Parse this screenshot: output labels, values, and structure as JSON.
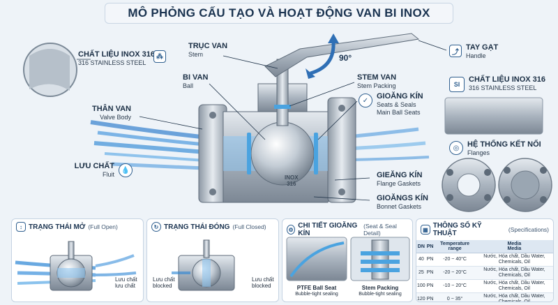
{
  "title": "MÔ PHỎNG CẤU TẠO VÀ HOẠT ĐỘNG VAN BI INOX",
  "labels": {
    "material_left": {
      "main": "CHẤT LIỆU INOX 316",
      "sub": "316 STAINLESS STEEL"
    },
    "stem": {
      "main": "TRỤC VAN",
      "sub": "Stem"
    },
    "ball": {
      "main": "BI VAN",
      "sub": "Ball"
    },
    "body": {
      "main": "THÂN VAN",
      "sub": "Valve Body"
    },
    "fluid": {
      "main": "LƯU CHẤT",
      "sub": "Fluit"
    },
    "angle": "90°",
    "stem_packing": {
      "main": "STEM VAN",
      "sub": "Stem Packing"
    },
    "seats": {
      "main": "GIOĂNG KÍN",
      "sub": "Seats & Seals",
      "sub2": "Main Ball Seats"
    },
    "flange_gaskets": {
      "main": "GIEĂNG KÍN",
      "sub": "Flange Gaskets"
    },
    "bonnet_gaskets": {
      "main": "GIOĂNGS KÍN",
      "sub": "Bonnet Gaskets"
    },
    "ball_marking": {
      "line1": "INOX",
      "line2": "316"
    },
    "handle": {
      "main": "TAY GẠT",
      "sub": "Handle"
    },
    "material_right": {
      "main": "CHẤT LIỆU INOX 316",
      "sub": "316 STAINLESS STEEL",
      "icon_text": "SI"
    },
    "connection": {
      "main": "HỆ THỐNG KẾT NỐI",
      "sub": "Flanges"
    }
  },
  "panels": {
    "open": {
      "title": "TRẠNG THÁI MỞ",
      "sub": "(Full Open)",
      "lbl1": "Lưu chất",
      "lbl2": "lưu chất"
    },
    "closed": {
      "title": "TRẠNG THÁI ĐÓNG",
      "sub": "(Full Closed)",
      "lbl1": "Lưu chất",
      "lbl2": "blocked",
      "lbl3": "Lưu chất",
      "lbl4": "blocked"
    },
    "seal": {
      "title": "CHI TIẾT GIOĂNG KÍN",
      "sub": "(Seat & Seal Detail)",
      "item1": {
        "main": "PTFE Ball Seat",
        "sub": "Bubble-tight sealing"
      },
      "item2": {
        "main": "Stem Packing",
        "sub": "Bubble-tight sealing"
      }
    },
    "spec": {
      "title": "THÔNG SỐ KỸ THUẬT",
      "sub": "(Specifications)",
      "headers": {
        "dn": "DN",
        "pn": "PN",
        "temp": "Temperature range",
        "media": "Media",
        "media2": "Media"
      },
      "rows": [
        {
          "dn": "40",
          "pn": "PN",
          "temp": "-20 ~ 40°C",
          "media": "Nước, Hóa chất, Dầu Water, Chemicals, Oil"
        },
        {
          "dn": "25",
          "pn": "PN",
          "temp": "-20 ~ 20°C",
          "media": "Nước, Hóa chất, Dầu Water, Chemicals, Oil"
        },
        {
          "dn": "100",
          "pn": "PN",
          "temp": "-10 ~ 20°C",
          "media": "Nước, Hóa chất, Dầu Water, Chemicals, Oil"
        },
        {
          "dn": "120",
          "pn": "PN",
          "temp": "0 ~ 35°",
          "media": "Nước, Hóa chất, Dầu Water, Chemicals, Oil"
        }
      ]
    }
  },
  "colors": {
    "flow": "#3a8fd8",
    "steel": "#b9c2cc",
    "accent": "#2f5f8f",
    "seal": "#4aa3e0"
  }
}
